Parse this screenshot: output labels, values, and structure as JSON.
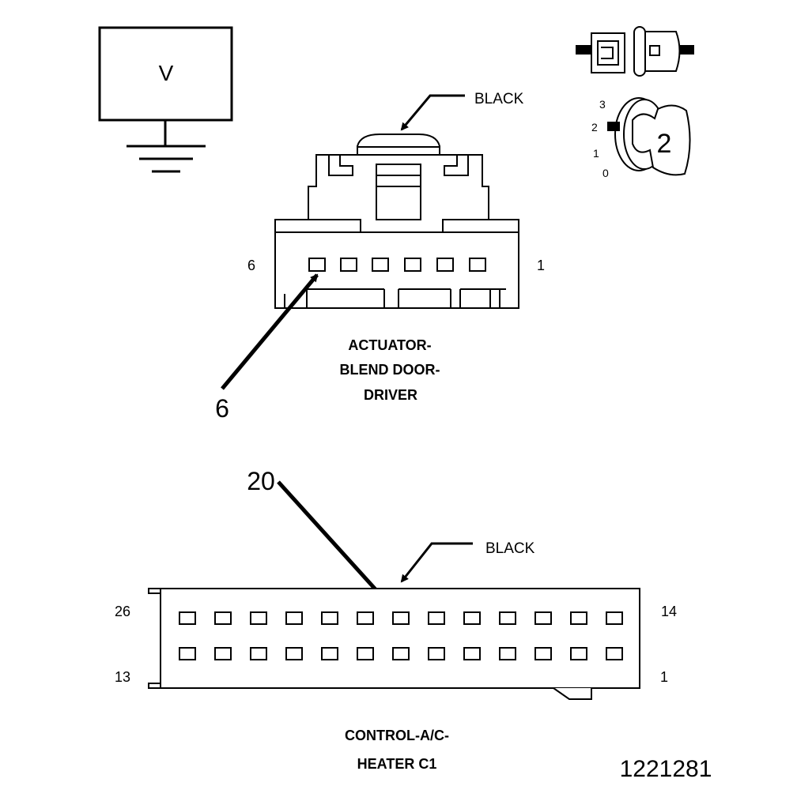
{
  "meter": {
    "label": "V"
  },
  "ignition": {
    "positions": [
      "3",
      "2",
      "1",
      "0"
    ],
    "selected": "2"
  },
  "actuator_connector": {
    "color_label": "BLACK",
    "pin_left": "6",
    "pin_right": "1",
    "title_lines": [
      "ACTUATOR-",
      "BLEND DOOR-",
      "DRIVER"
    ],
    "callout_pin": "6"
  },
  "control_connector": {
    "color_label": "BLACK",
    "pin_top_left": "26",
    "pin_top_right": "14",
    "pin_bottom_left": "13",
    "pin_bottom_right": "1",
    "title_lines": [
      "CONTROL-A/C-",
      "HEATER C1"
    ],
    "callout_pin": "20"
  },
  "figure_number": "1221281"
}
